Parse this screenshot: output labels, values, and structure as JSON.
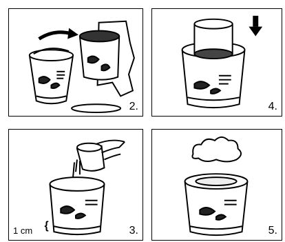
{
  "panels": [
    {
      "step": "2."
    },
    {
      "step": "4."
    },
    {
      "step": "3.",
      "measure_label": "1 cm"
    },
    {
      "step": "5."
    }
  ]
}
